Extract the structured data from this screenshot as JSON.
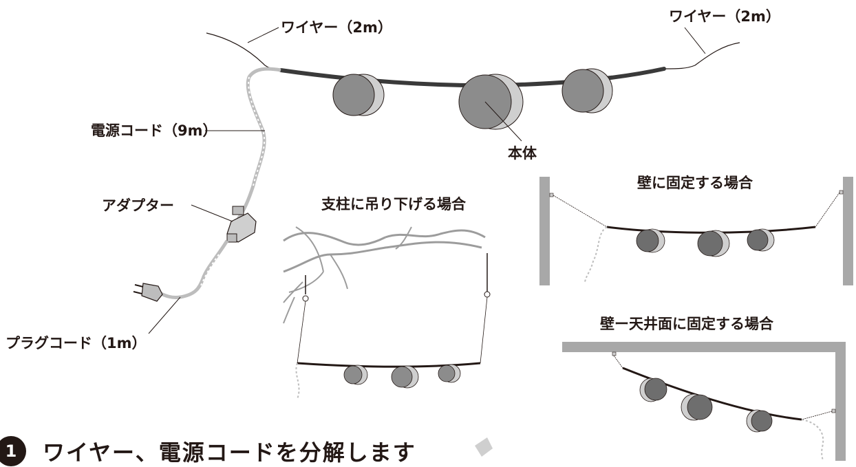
{
  "labels": {
    "wire_left": "ワイヤー（2m）",
    "wire_right": "ワイヤー（2m）",
    "power_cord": "電源コード（9m）",
    "body": "本体",
    "adapter": "アダプター",
    "plug_cord": "プラグコード（1m）"
  },
  "scenarios": {
    "pole": "支柱に吊り下げる場合",
    "wall": "壁に固定する場合",
    "wall_ceiling": "壁ー天井面に固定する場合"
  },
  "step": {
    "number": "1",
    "text": "ワイヤー、電源コードを分解します"
  },
  "colors": {
    "lamp_dark": "#8c8c8c",
    "lamp_light": "#cfcfcf",
    "wall_gray": "#a8a8a8",
    "ink": "#231815"
  }
}
